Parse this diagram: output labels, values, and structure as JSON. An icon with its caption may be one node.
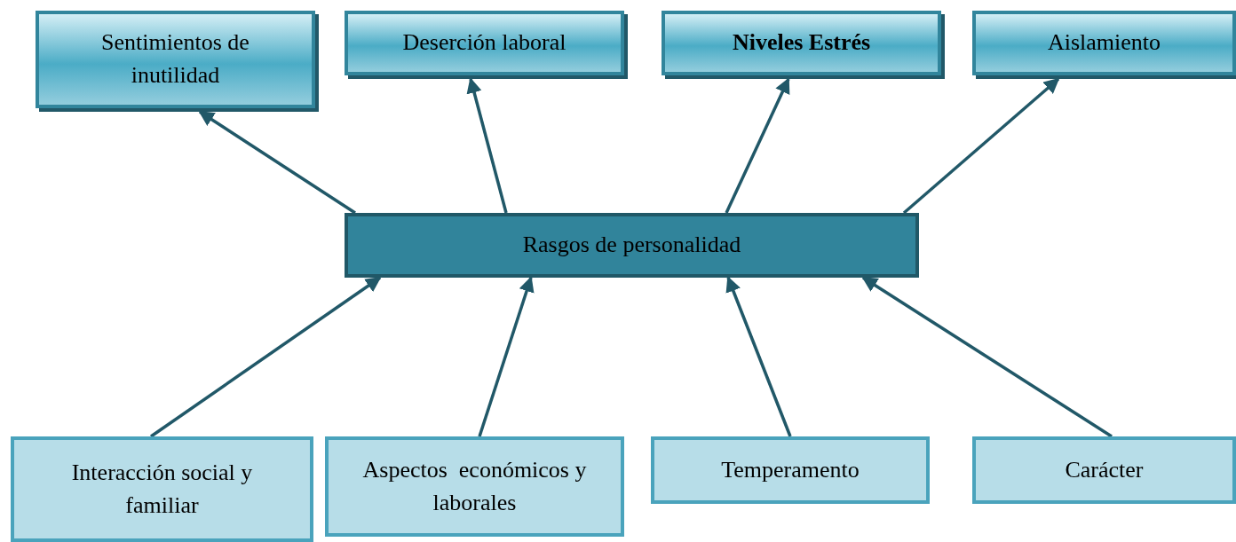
{
  "diagram": {
    "nodes": [
      {
        "text": [
          "Sentimientos de inutilidad"
        ]
      },
      {
        "text": [
          "Deserción laboral"
        ]
      },
      {
        "text": [
          "Niveles Estrés"
        ]
      },
      {
        "text": [
          "Aislamiento"
        ]
      },
      {
        "text": [
          "Rasgos de personalidad"
        ]
      },
      {
        "text": [
          "Interacción social y familiar"
        ]
      },
      {
        "text": [
          "Aspectos  económicos y laborales"
        ]
      },
      {
        "text": [
          "Temperamento"
        ]
      },
      {
        "text": [
          "Carácter"
        ]
      }
    ],
    "edges": [
      {
        "from": 4,
        "to": 0,
        "arrow": "to"
      },
      {
        "from": 4,
        "to": 1,
        "arrow": "to"
      },
      {
        "from": 4,
        "to": 2,
        "arrow": "to"
      },
      {
        "from": 4,
        "to": 3,
        "arrow": "to"
      },
      {
        "from": 5,
        "to": 4,
        "arrow": "to"
      },
      {
        "from": 6,
        "to": 4,
        "arrow": "to"
      },
      {
        "from": 7,
        "to": 4,
        "arrow": "to"
      },
      {
        "from": 8,
        "to": 4,
        "arrow": "to"
      }
    ]
  }
}
